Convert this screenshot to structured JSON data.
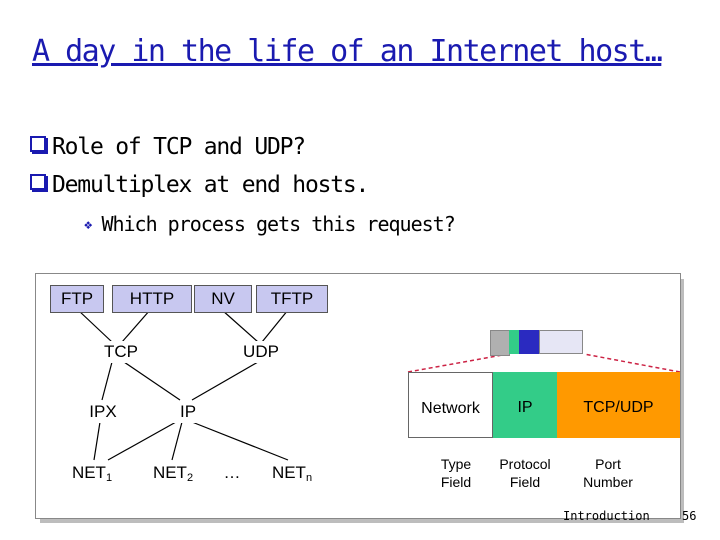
{
  "title": "A day in the life of an Internet host…",
  "bullets": [
    "Role of TCP and UDP?",
    "Demultiplex at end hosts."
  ],
  "sub_bullet": "Which process gets this request?",
  "stack": {
    "apps": [
      "FTP",
      "HTTP",
      "NV",
      "TFTP"
    ],
    "transport": [
      "TCP",
      "UDP"
    ],
    "network": [
      "IPX",
      "IP"
    ],
    "links": [
      "NET",
      "NET",
      "…",
      "NET"
    ],
    "link_subscripts": [
      "1",
      "2",
      "",
      "n"
    ]
  },
  "header": {
    "fields": [
      "Network",
      "IP",
      "TCP/UDP"
    ],
    "field_colors": [
      "#ffffff",
      "#33cc88",
      "#ff9900"
    ],
    "labels": [
      [
        "Type",
        "Field"
      ],
      [
        "Protocol",
        "Field"
      ],
      [
        "Port",
        "Number"
      ]
    ]
  },
  "footer": {
    "section": "Introduction",
    "page": "56"
  },
  "colors": {
    "title": "#1a1ab0",
    "app_box": "#c8c8f0",
    "ip_field": "#33cc88",
    "port_field": "#ff9900",
    "dashed_line": "#cc2244"
  }
}
